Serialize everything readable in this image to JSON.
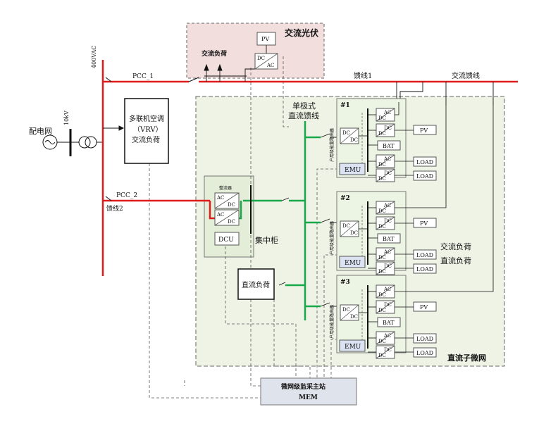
{
  "colors": {
    "ac_bus": "#e01b1b",
    "dc_bus": "#17a84a",
    "pv_region": "#f3dede",
    "dc_region": "#eef3e6",
    "box_fill": "#ecf4e3",
    "emu_fill": "#dbe3f2",
    "mem_fill": "#dfe3ec"
  },
  "labels": {
    "grid": "配电网",
    "kv": "10kV",
    "vac": "400VAC",
    "pcc1": "PCC_1",
    "pcc2": "PCC_2",
    "feeder1": "馈线1",
    "feeder2": "馈线2",
    "ac_feeder": "交流馈线",
    "ac_pv": "交流光伏",
    "ac_load": "交流负荷",
    "vrv_line1": "多联机空调",
    "vrv_line2": "（VRV）",
    "vrv_line3": "交流负荷",
    "dc_feeder_line1": "单极式",
    "dc_feeder_line2": "直流馈线",
    "rectifier": "整流器",
    "dcu": "DCU",
    "central_cabinet": "集中柜",
    "dc_load_box": "直流负荷",
    "dc_microgrid": "直流子微网",
    "legend_ac_load": "交流负荷",
    "legend_dc_load": "直流负荷",
    "mem_line1": "微网级监采主站",
    "mem_line2": "MEM"
  },
  "converter": {
    "ac": "AC",
    "dc": "DC"
  },
  "pv_small": "PV",
  "households": [
    {
      "id": "#1",
      "router": "户用级能量路由器",
      "emu": "EMU",
      "pv": "PV",
      "bat": "BAT",
      "load1": "LOAD",
      "load2": "LOAD"
    },
    {
      "id": "#2",
      "router": "户用级能量路由器",
      "emu": "EMU",
      "pv": "PV",
      "bat": "BAT",
      "load1": "LOAD",
      "load2": "LOAD"
    },
    {
      "id": "#3",
      "router": "户用级能量路由器",
      "emu": "EMU",
      "pv": "PV",
      "bat": "BAT",
      "load1": "LOAD",
      "load2": "LOAD"
    }
  ]
}
